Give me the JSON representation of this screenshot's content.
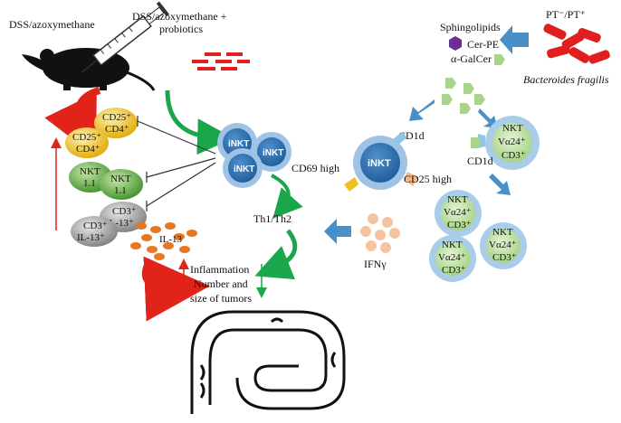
{
  "labels": {
    "dss_left": "DSS/azoxymethane",
    "dss_probiotics_line1": "DSS/azoxymethane +",
    "dss_probiotics_line2": "probiotics",
    "sphingolipids": "Sphingolipids",
    "cer_pe": "Cer-PE",
    "galcer": "α-GalCer",
    "pt_label": "PT⁻/PT⁺",
    "bacteria_name": "Bacteroides fragilis",
    "cd1d_top": "CD1d",
    "cd1d_right": "CD1d",
    "cd69": "CD69 high",
    "cd25": "CD25 high",
    "th1th2": "Th1/Th2",
    "ifng": "IFNγ",
    "il13": "IL-13",
    "inflammation": "Inflammation",
    "number_and": "Number and",
    "size_tumors": "size of tumors"
  },
  "cells": {
    "inkt": "iNKT",
    "cd25_cd4_a": "CD25⁺",
    "cd25_cd4_b": "CD4⁺",
    "nkt": "NKT",
    "nkt11": "1.1",
    "cd3": "CD3⁺",
    "il13p": "IL-13⁺",
    "valpha": "Vα24⁺",
    "cd3p": "CD3⁺"
  },
  "colors": {
    "red_arrow": "#e2231a",
    "green_arrow": "#1aa64a",
    "blue_arrow": "#4a90c8",
    "yellow_cell": "#f2c01e",
    "green_cell": "#5fae3c",
    "gray_cell": "#9a9a9a",
    "inkt_blue": "#2f74b5",
    "light_blue": "#a9cde8",
    "orange_dot": "#e87722",
    "peach_dot": "#f6c3a0",
    "light_green": "#a9d48a",
    "purple": "#6a2d91",
    "bacteria_red": "#e02020"
  }
}
